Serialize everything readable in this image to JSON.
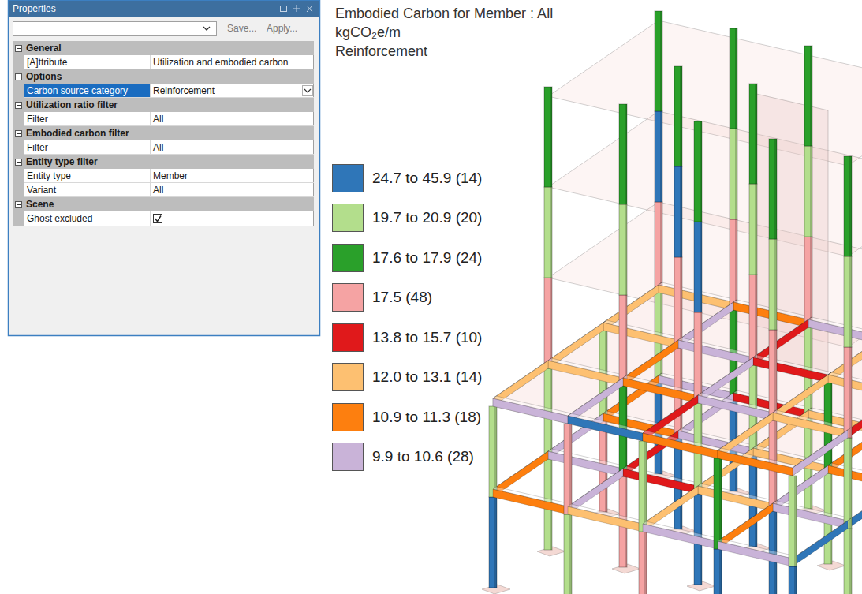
{
  "diagram": {
    "title": "Embodied Carbon for Member : All",
    "labels": [
      "Properties",
      "Save...",
      "Apply...",
      "General",
      "[A]ttribute",
      "Utilization and embodied carbon",
      "Options",
      "Carbon source category",
      "Reinforcement",
      "Utilization ratio filter",
      "Filter",
      "All",
      "Embodied carbon filter",
      "Filter",
      "All",
      "Entity type filter",
      "Entity type",
      "Member",
      "Variant",
      "All",
      "Scene",
      "Ghost excluded",
      "kgCO₂e/m",
      "Reinforcement"
    ],
    "legend": [
      {
        "text": "24.7 to 45.9 (14)",
        "color": "#2f76b8"
      },
      {
        "text": "19.7 to 20.9 (20)",
        "color": "#b3de8c"
      },
      {
        "text": "17.6 to 17.9 (24)",
        "color": "#2aa02a"
      },
      {
        "text": "17.5 (48)",
        "color": "#f5a3a3"
      },
      {
        "text": "13.8 to 15.7 (10)",
        "color": "#e0191b"
      },
      {
        "text": "12.0 to 13.1 (14)",
        "color": "#fdc071"
      },
      {
        "text": "10.9 to 11.3 (18)",
        "color": "#fd7f0f"
      },
      {
        "text": "9.9 to 10.6 (28)",
        "color": "#c9b3d8"
      }
    ]
  }
}
